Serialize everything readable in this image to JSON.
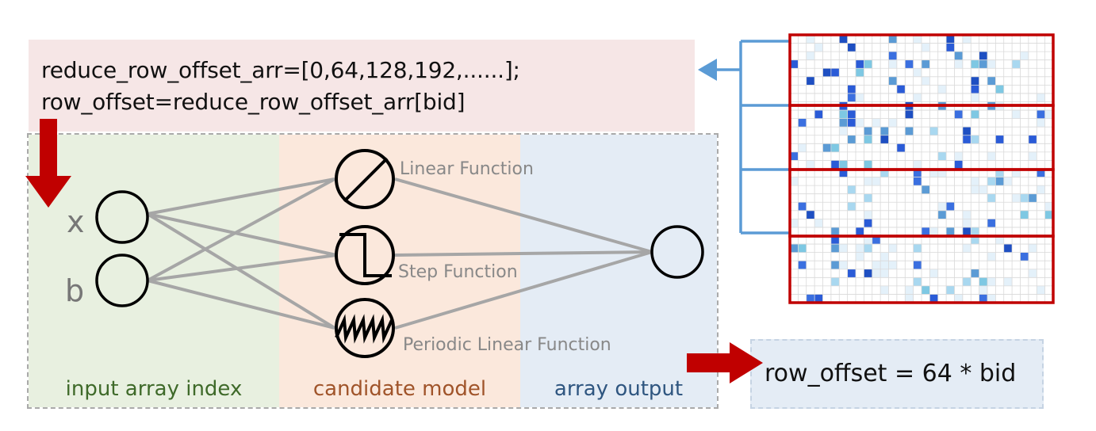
{
  "code": {
    "line1": "reduce_row_offset_arr=[0,64,128,192,......];",
    "line2": "row_offset=reduce_row_offset_arr[bid]"
  },
  "network": {
    "inputs": [
      "x",
      "b"
    ],
    "functions": [
      "Linear Function",
      "Step Function",
      "Periodic Linear Function"
    ],
    "sections": {
      "input": "input array index",
      "model": "candidate model",
      "output": "array output"
    }
  },
  "result": {
    "text": "row_offset = 64 * bid"
  },
  "colors": {
    "red_arrow": "#c00000",
    "blue_connector": "#5b9bd5",
    "matrix_border": "#c00000",
    "edge": "#a6a6a6"
  }
}
